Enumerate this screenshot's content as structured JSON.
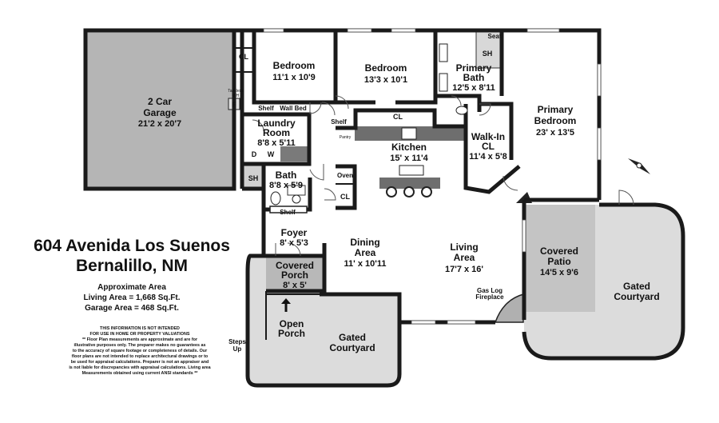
{
  "address": {
    "street": "604 Avenida Los Suenos",
    "city": "Bernalillo, NM"
  },
  "approx_area": {
    "title": "Approximate Area",
    "living": "Living Area = 1,668 Sq.Ft.",
    "garage": "Garage Area = 468 Sq.Ft."
  },
  "disclaimer": [
    "THIS INFORMATION IS NOT INTENDED",
    "FOR USE IN HOME OR PROPERTY VALUATIONS",
    "** Floor Plan measurements are approximate and are for",
    "illustrative purposes only. The preparer makes no guarantees as",
    "to the accuracy of square footage or completeness of details. Our",
    "floor plans are not intended to replace architectural drawings or to",
    "be used for appraisal calculations. Preparer is not an appraiser and",
    "is not liable for discrepancies with appraisal calculations. Living area",
    "Measurements obtained using current ANSI standards **"
  ],
  "rooms": {
    "garage": {
      "name": "2 Car",
      "name2": "Garage",
      "dim": "21'2 x 20'7"
    },
    "bedroom1": {
      "name": "Bedroom",
      "dim": "11'1 x 10'9"
    },
    "bedroom2": {
      "name": "Bedroom",
      "dim": "13'3 x 10'1"
    },
    "primary_bath": {
      "name": "Primary",
      "name2": "Bath",
      "dim": "12'5 x 8'11"
    },
    "primary_bedroom": {
      "name": "Primary",
      "name2": "Bedroom",
      "dim": "23' x 13'5"
    },
    "laundry": {
      "name": "Laundry",
      "name2": "Room",
      "dim": "8'8 x 5'11"
    },
    "kitchen": {
      "name": "Kitchen",
      "dim": "15' x 11'4"
    },
    "walkin": {
      "name": "Walk-In",
      "name2": "CL",
      "dim": "11'4 x 5'8"
    },
    "bath": {
      "name": "Bath",
      "dim": "8'8 x 5'9"
    },
    "foyer": {
      "name": "Foyer",
      "dim": "8' x 5'3"
    },
    "dining": {
      "name": "Dining",
      "name2": "Area",
      "dim": "11' x 10'11"
    },
    "living": {
      "name": "Living",
      "name2": "Area",
      "dim": "17'7 x 16'"
    },
    "covered_patio": {
      "name": "Covered",
      "name2": "Patio",
      "dim": "14'5 x 9'6"
    },
    "covered_porch": {
      "name": "Covered",
      "name2": "Porch",
      "dim": "8' x 5'"
    },
    "open_porch": {
      "name": "Open",
      "name2": "Porch"
    },
    "courtyard_left": {
      "name": "Gated",
      "name2": "Courtyard"
    },
    "courtyard_right": {
      "name": "Gated",
      "name2": "Courtyard"
    }
  },
  "labels": {
    "cl": "CL",
    "sh": "SH",
    "seat": "Seat",
    "shelf": "Shelf",
    "wall_bed": "Wall Bed",
    "tankless": "Tankless",
    "wh": "WH",
    "f": "F",
    "d": "D",
    "w": "W",
    "pantry": "Pantry",
    "oven": "Oven",
    "steps": "Steps",
    "up": "Up",
    "fireplace1": "Gas Log",
    "fireplace2": "Fireplace"
  },
  "colors": {
    "garage_fill": "#b5b5b5",
    "patio_fill": "#c9c9c9",
    "courtyard_fill": "#dcdcdc",
    "wall": "#1a1a1a",
    "counter": "#6e6e6e"
  }
}
